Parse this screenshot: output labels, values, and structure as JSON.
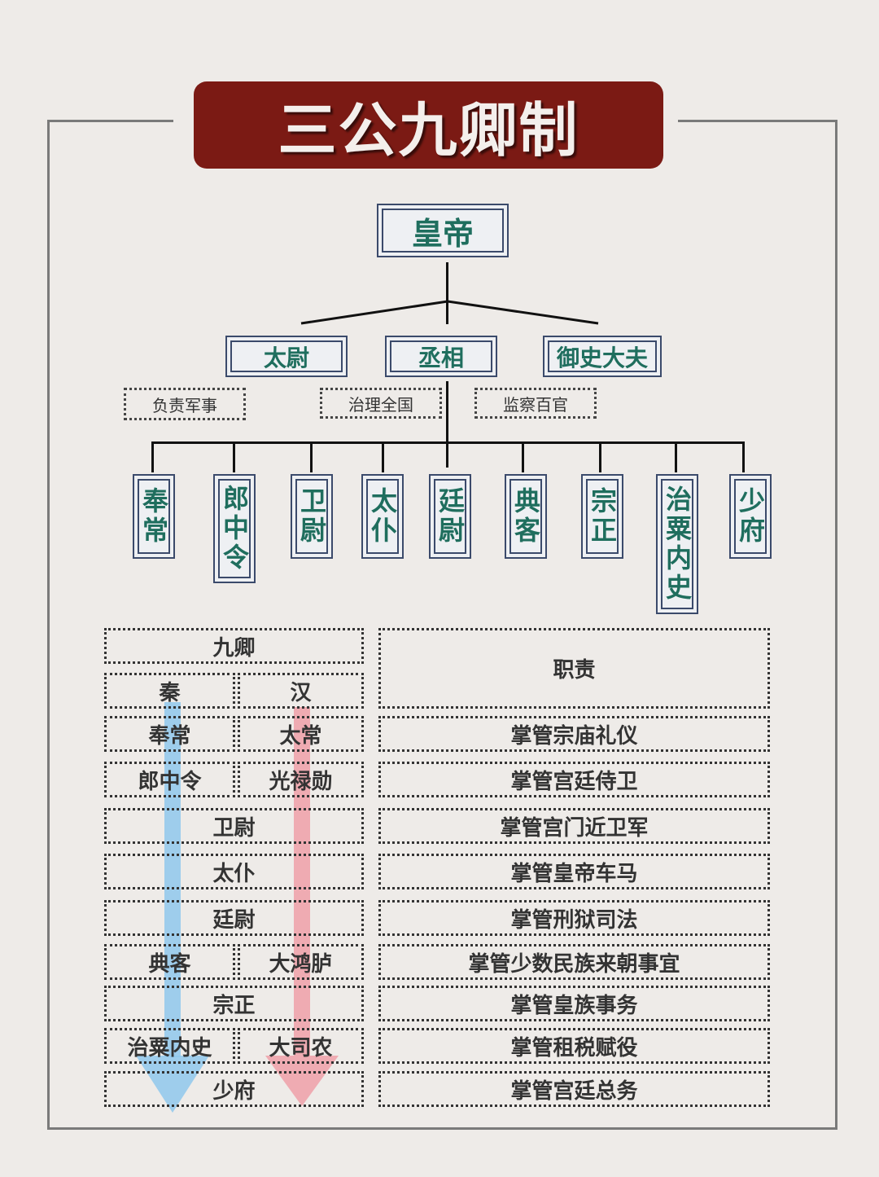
{
  "title": "三公九卿制",
  "colors": {
    "banner": "#7b1a14",
    "title_text": "#f4efec",
    "box_text": "#1f6e5e",
    "box_border": "#3b4a6b",
    "qin_arrow": "#8fc8ec",
    "han_arrow": "#eea0a8"
  },
  "hierarchy": {
    "emperor": "皇帝",
    "three_dukes": [
      {
        "name": "太尉",
        "duty": "负责军事"
      },
      {
        "name": "丞相",
        "duty": "治理全国"
      },
      {
        "name": "御史大夫",
        "duty": "监察百官"
      }
    ],
    "nine_ministers": [
      "奉常",
      "郎中令",
      "卫尉",
      "太仆",
      "廷尉",
      "典客",
      "宗正",
      "治粟内史",
      "少府"
    ]
  },
  "table": {
    "header_left": "九卿",
    "header_right": "职责",
    "col_qin": "秦",
    "col_han": "汉",
    "rows": [
      {
        "qin": "奉常",
        "han": "太常",
        "duty": "掌管宗庙礼仪"
      },
      {
        "qin": "郎中令",
        "han": "光禄勋",
        "duty": "掌管宫廷侍卫"
      },
      {
        "merged": "卫尉",
        "duty": "掌管宫门近卫军"
      },
      {
        "merged": "太仆",
        "duty": "掌管皇帝车马"
      },
      {
        "merged": "廷尉",
        "duty": "掌管刑狱司法"
      },
      {
        "qin": "典客",
        "han": "大鸿胪",
        "duty": "掌管少数民族来朝事宜"
      },
      {
        "merged": "宗正",
        "duty": "掌管皇族事务"
      },
      {
        "qin": "治粟内史",
        "han": "大司农",
        "duty": "掌管租税赋役"
      },
      {
        "merged": "少府",
        "duty": "掌管宫廷总务"
      }
    ]
  }
}
